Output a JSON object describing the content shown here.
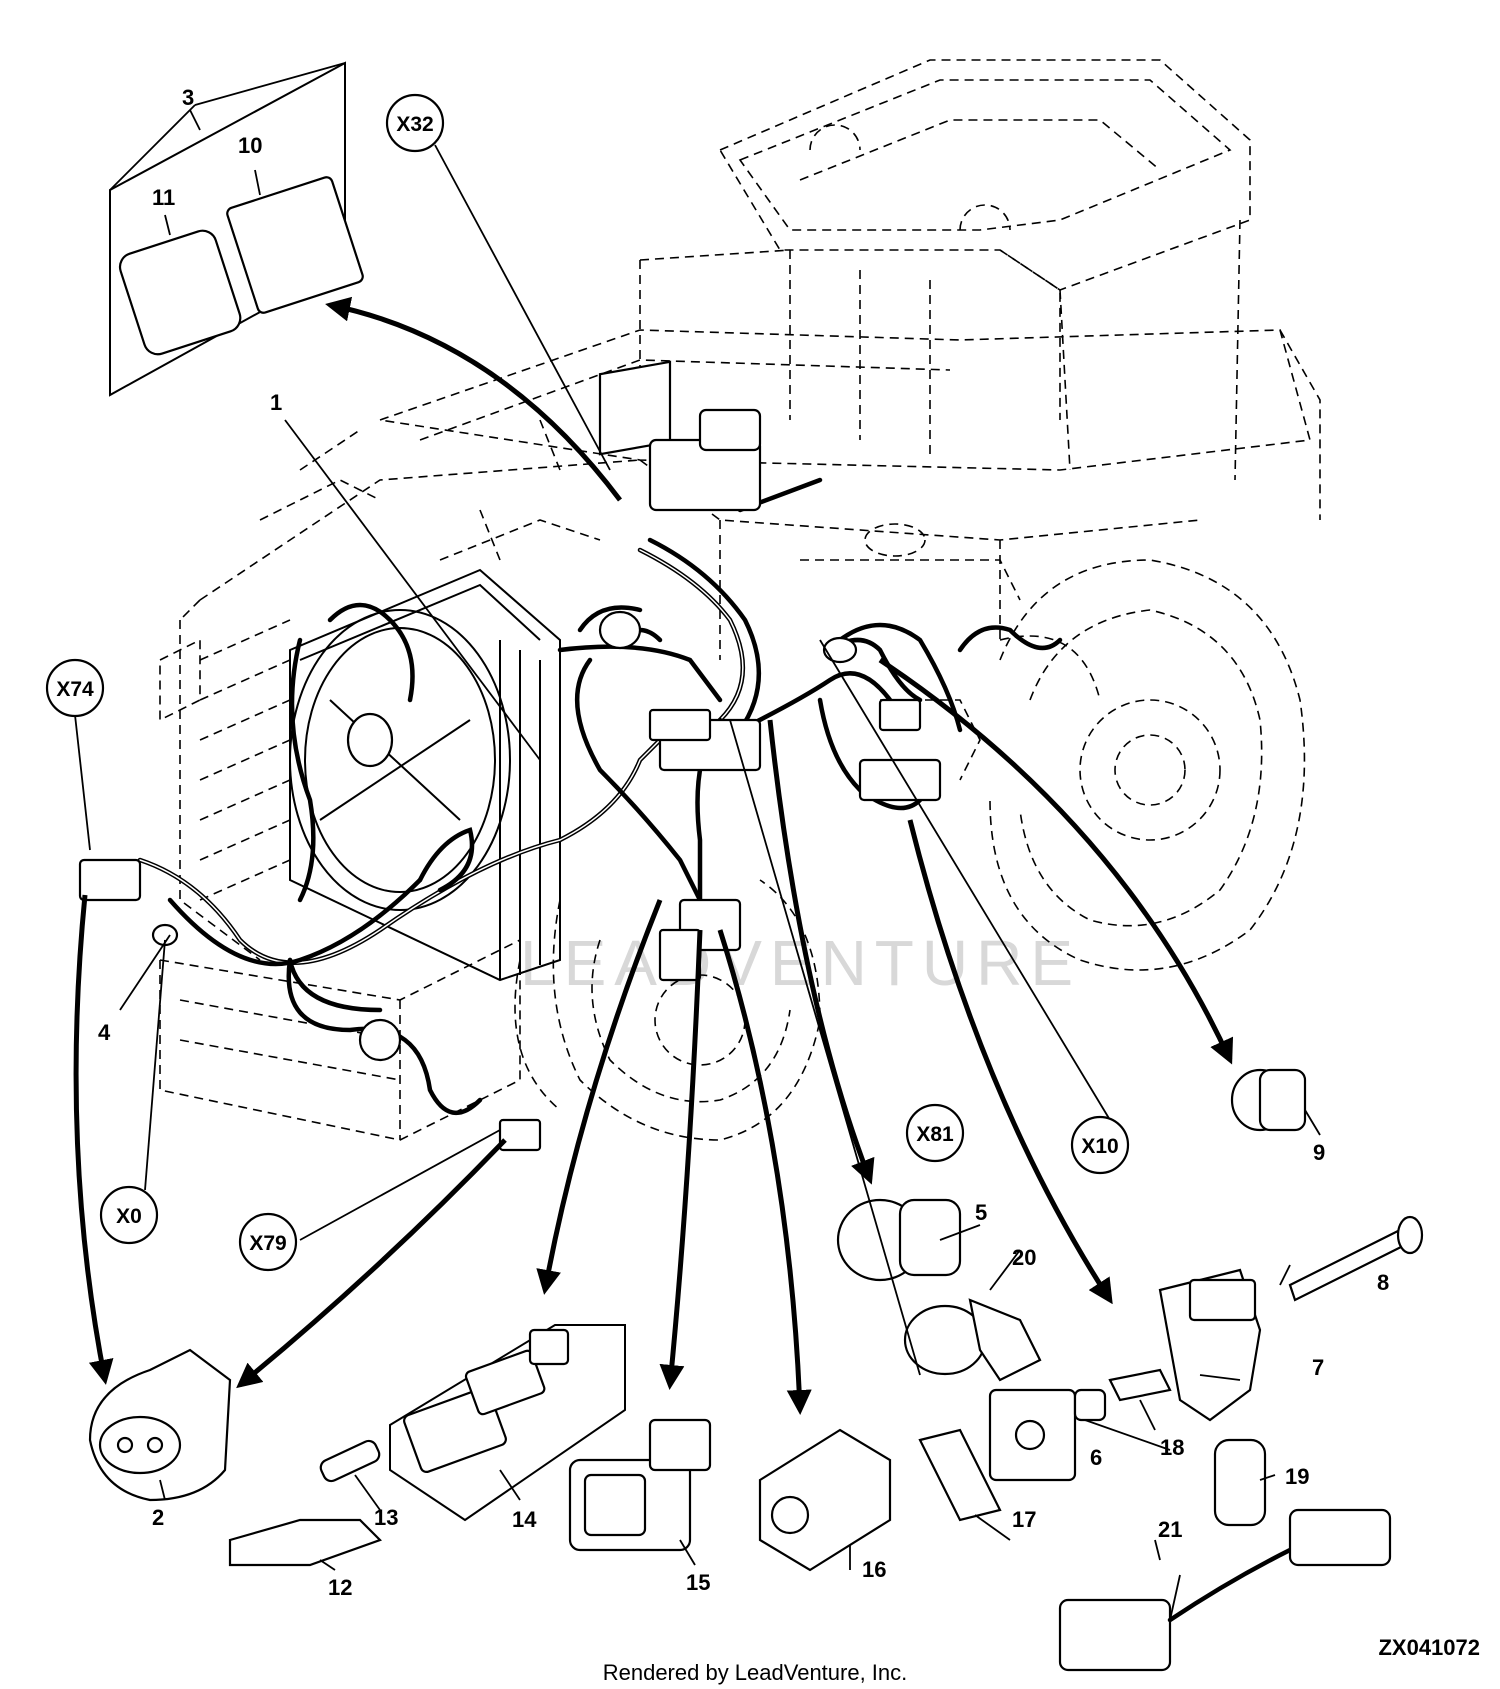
{
  "part_numbers": [
    "1",
    "2",
    "3",
    "4",
    "5",
    "6",
    "7",
    "8",
    "9",
    "10",
    "11",
    "12",
    "13",
    "14",
    "15",
    "16",
    "17",
    "18",
    "19",
    "20",
    "21"
  ],
  "connectors": [
    "X32",
    "X74",
    "X0",
    "X79",
    "X81",
    "X10"
  ],
  "footer": {
    "credit": "Rendered by LeadVenture, Inc.",
    "code": "ZX041072"
  },
  "watermark": "LEADVENTURE"
}
